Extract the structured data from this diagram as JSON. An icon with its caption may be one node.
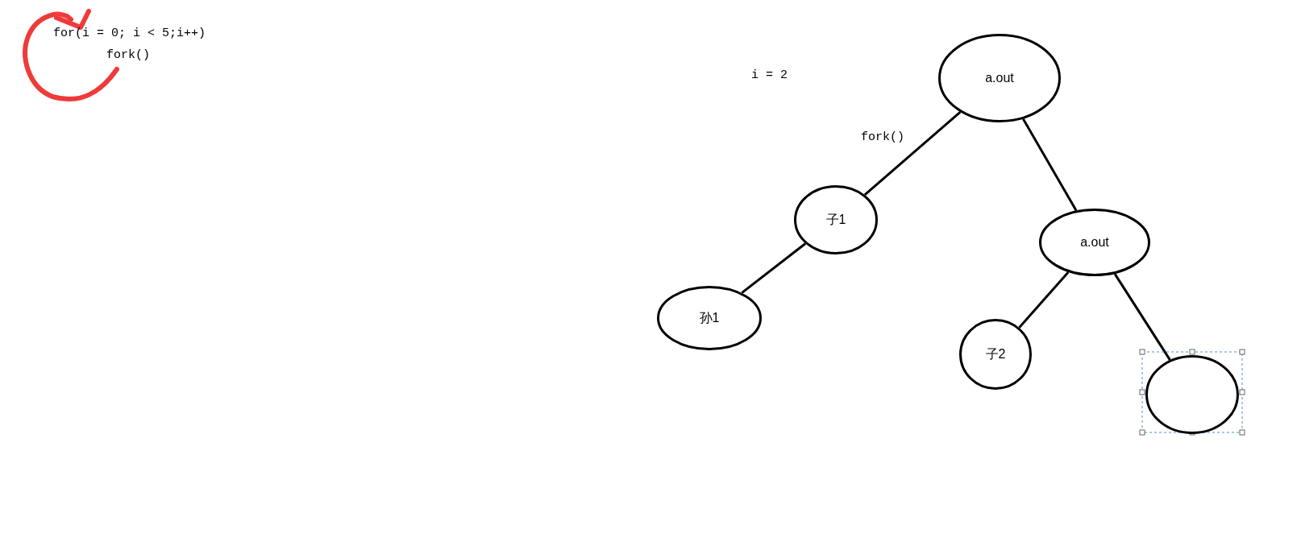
{
  "diagram": {
    "nodes": [
      {
        "text": [
          "a.out"
        ]
      },
      {
        "text": [
          "子1"
        ]
      },
      {
        "text": [
          "a.out"
        ]
      },
      {
        "text": [
          "孙1"
        ]
      },
      {
        "text": [
          "子2"
        ]
      },
      {
        "text": [],
        "shape": "circle"
      }
    ],
    "edges": [
      {
        "from": 0,
        "to": 1,
        "arrow": "none",
        "label": "fork()"
      },
      {
        "from": 0,
        "to": 2,
        "arrow": "none"
      },
      {
        "from": 1,
        "to": 3,
        "arrow": "none"
      },
      {
        "from": 2,
        "to": 4,
        "arrow": "none"
      },
      {
        "from": 2,
        "to": 5,
        "arrow": "none"
      }
    ],
    "labels": [
      "for(i = 0; i < 5;i++)",
      "fork()",
      "i = 2"
    ]
  }
}
